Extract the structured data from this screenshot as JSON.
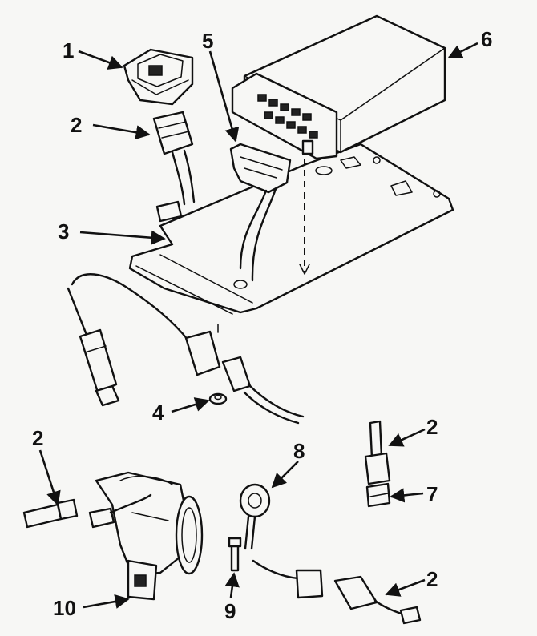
{
  "callouts": [
    {
      "id": "c1",
      "label": "1"
    },
    {
      "id": "c2a",
      "label": "2"
    },
    {
      "id": "c3",
      "label": "3"
    },
    {
      "id": "c4",
      "label": "4"
    },
    {
      "id": "c5",
      "label": "5"
    },
    {
      "id": "c6",
      "label": "6"
    },
    {
      "id": "c2b",
      "label": "2"
    },
    {
      "id": "c7",
      "label": "7"
    },
    {
      "id": "c8",
      "label": "8"
    },
    {
      "id": "c2c",
      "label": "2"
    },
    {
      "id": "c2d",
      "label": "2"
    },
    {
      "id": "c9",
      "label": "9"
    },
    {
      "id": "c10",
      "label": "10"
    }
  ],
  "colors": {
    "ink": "#111111",
    "paper": "#f7f7f5"
  }
}
